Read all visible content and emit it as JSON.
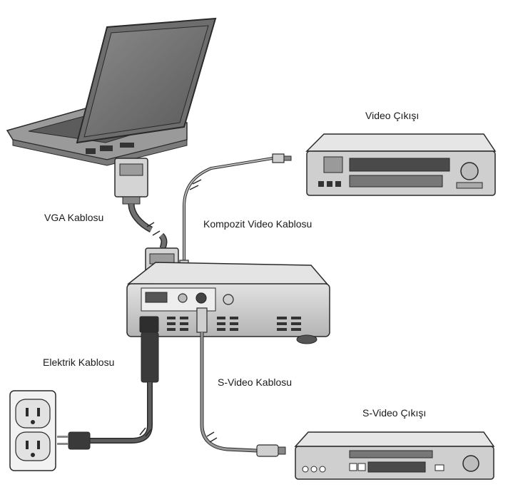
{
  "labels": {
    "video_output": "Video Çıkışı",
    "composite_video_cable": "Kompozit Video Kablosu",
    "vga_cable": "VGA Kablosu",
    "power_cable": "Elektrik Kablosu",
    "svideo_cable": "S-Video Kablosu",
    "svideo_output": "S-Video Çıkışı"
  },
  "colors": {
    "outline": "#2a2a2a",
    "device_light": "#d6d6d6",
    "device_dark": "#6e6e6e",
    "cable": "#555555"
  }
}
